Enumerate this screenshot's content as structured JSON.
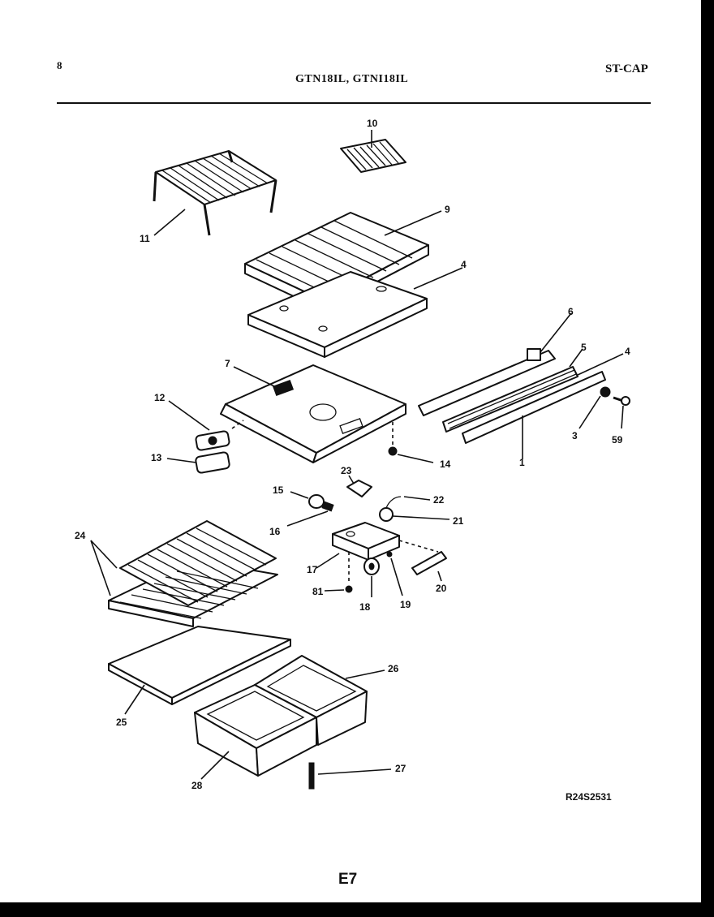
{
  "header": {
    "page_number": "8",
    "models": "GTN18IL, GTNI18IL",
    "section": "ST-CAP"
  },
  "footer": {
    "diagram_code": "R24S2531",
    "page_label": "E7"
  },
  "callouts": [
    "10",
    "11",
    "9",
    "4",
    "6",
    "5",
    "4",
    "7",
    "12",
    "3",
    "59",
    "13",
    "14",
    "1",
    "23",
    "15",
    "22",
    "16",
    "21",
    "24",
    "17",
    "81",
    "18",
    "19",
    "20",
    "26",
    "25",
    "27",
    "28"
  ]
}
